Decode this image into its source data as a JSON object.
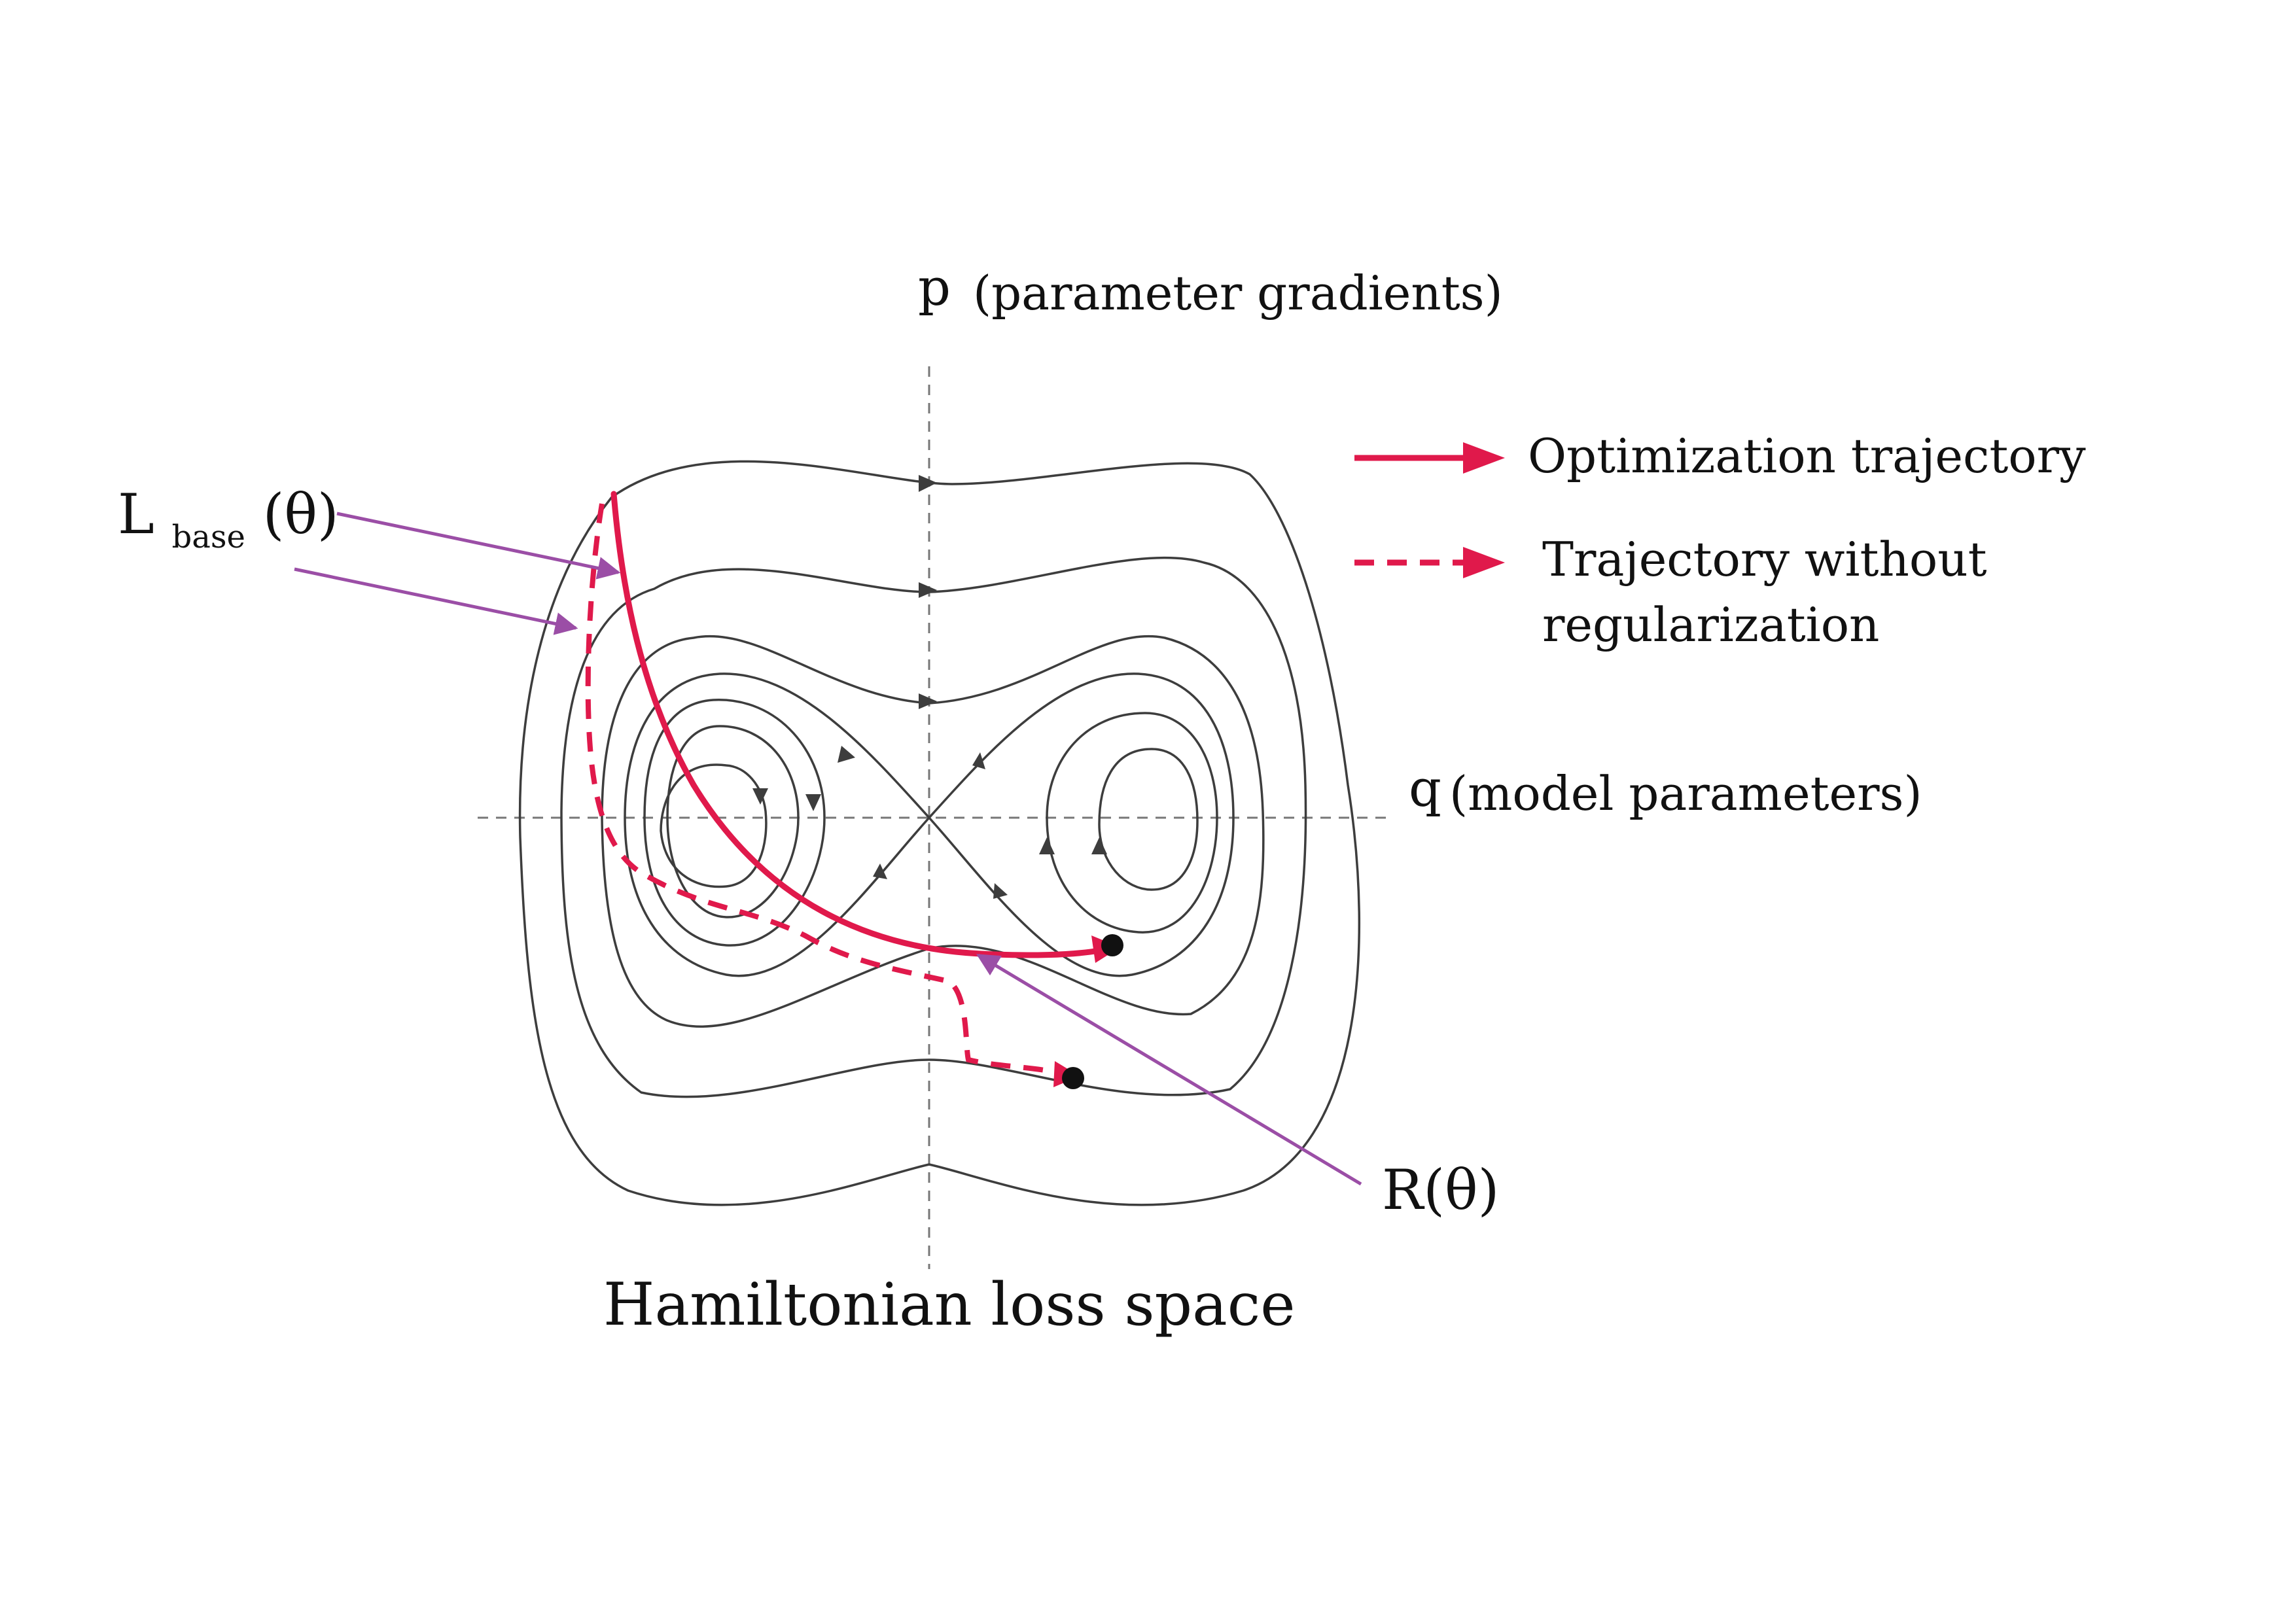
{
  "diagram": {
    "title": "Hamiltonian loss space",
    "axes": {
      "p_symbol": "p",
      "p_label": "(parameter gradients)",
      "q_symbol": "q",
      "q_label": "(model parameters)"
    },
    "annotations": {
      "l_base_main": "L",
      "l_base_sub": "base",
      "l_base_arg": "(θ)",
      "regularizer": "R(θ)"
    },
    "legend": [
      {
        "label_lines": [
          "Optimization trajectory"
        ],
        "style": "solid"
      },
      {
        "label_lines": [
          "Trajectory without",
          "regularization"
        ],
        "style": "dashed"
      }
    ],
    "colors": {
      "trajectory": "#e0194b",
      "pointer": "#9b4ea6",
      "contour": "#3d3d3d",
      "axis": "#777777"
    }
  }
}
